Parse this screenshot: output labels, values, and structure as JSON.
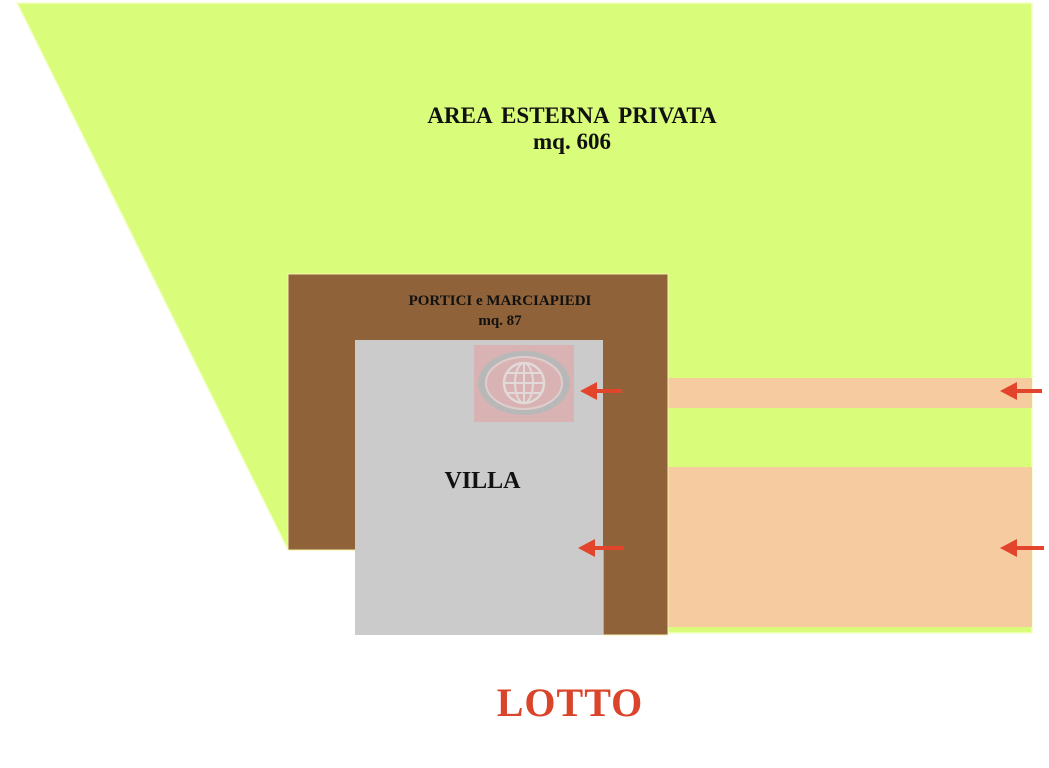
{
  "areas": {
    "external": {
      "title": "AREA  ESTERNA PRIVATA",
      "size": "mq. 606",
      "color": "#d9fc7a"
    },
    "portici": {
      "title": "PORTICI e MARCIAPIEDI",
      "size": "mq. 87",
      "color": "#8f6239"
    },
    "villa": {
      "title": "VILLA",
      "color": "#cbcbcb"
    },
    "access_strips": {
      "color": "#f6cb9f"
    }
  },
  "arrows": {
    "color": "#e2452b",
    "items": [
      {
        "name": "arrow-upper-villa",
        "direction": "left"
      },
      {
        "name": "arrow-upper-edge",
        "direction": "left"
      },
      {
        "name": "arrow-lower-villa",
        "direction": "left"
      },
      {
        "name": "arrow-lower-edge",
        "direction": "left"
      }
    ]
  },
  "footer": {
    "title": "LOTTO",
    "color": "#d9442a"
  },
  "watermark": {
    "icon": "globe-icon"
  }
}
